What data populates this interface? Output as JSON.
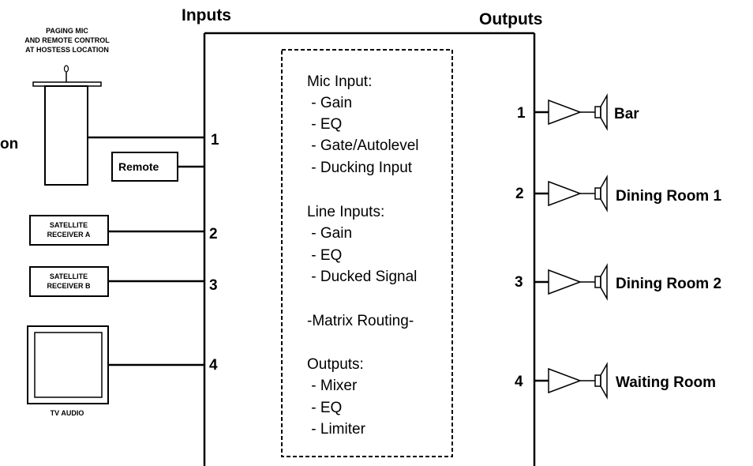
{
  "headers": {
    "inputs": "Inputs",
    "outputs": "Outputs"
  },
  "paging_mic": {
    "caption_lines": [
      "PAGING MIC",
      "AND REMOTE CONTROL",
      "AT HOSTESS LOCATION"
    ],
    "clipped_label": "on"
  },
  "remote": {
    "label": "Remote"
  },
  "satellite_a": {
    "lines": [
      "SATELLITE",
      "RECEIVER A"
    ]
  },
  "satellite_b": {
    "lines": [
      "SATELLITE",
      "RECEIVER B"
    ]
  },
  "tv": {
    "label": "TV AUDIO"
  },
  "input_numbers": [
    "1",
    "2",
    "3",
    "4"
  ],
  "processing": [
    "Mic Input:",
    " - Gain",
    " - EQ",
    " - Gate/Autolevel",
    " - Ducking Input",
    "",
    "Line Inputs:",
    " - Gain",
    " - EQ",
    " - Ducked Signal",
    "",
    "-Matrix Routing-",
    "",
    "Outputs:",
    " - Mixer",
    " - EQ",
    " - Limiter"
  ],
  "outputs": [
    {
      "number": "1",
      "label": "Bar"
    },
    {
      "number": "2",
      "label": "Dining Room 1"
    },
    {
      "number": "3",
      "label": "Dining Room 2"
    },
    {
      "number": "4",
      "label": "Waiting Room"
    }
  ]
}
